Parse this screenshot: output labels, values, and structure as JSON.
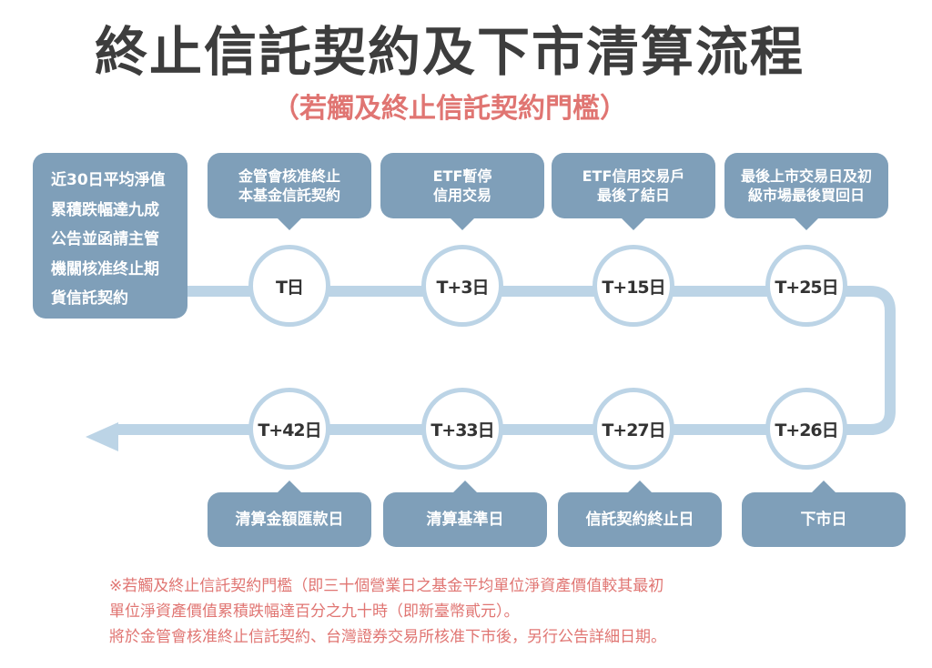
{
  "title": "終止信託契約及下市清算流程",
  "subtitle": "（若觸及終止信託契約門檻）",
  "trigger_lines": [
    "近30日平均淨值",
    "累積跌幅達九成",
    "公告並函請主管",
    "機關核准终止期",
    "貨信託契約"
  ],
  "top_steps": [
    {
      "node": "T日",
      "lines": [
        "金管會核准終止",
        "本基金信託契約"
      ]
    },
    {
      "node": "T+3日",
      "lines": [
        "ETF暫停",
        "信用交易"
      ]
    },
    {
      "node": "T+15日",
      "lines": [
        "ETF信用交易戶",
        "最後了結日"
      ]
    },
    {
      "node": "T+25日",
      "lines": [
        "最後上市交易日及初",
        "級市場最後買回日"
      ]
    }
  ],
  "bottom_steps": [
    {
      "node": "T+42日",
      "lines": [
        "清算金額匯款日"
      ]
    },
    {
      "node": "T+33日",
      "lines": [
        "清算基準日"
      ]
    },
    {
      "node": "T+27日",
      "lines": [
        "信託契約終止日"
      ]
    },
    {
      "node": "T+26日",
      "lines": [
        "下市日"
      ]
    }
  ],
  "footnote_lines": [
    "※若觸及終止信託契約門檻（即三十個營業日之基金平均單位淨資產價值較其最初",
    "單位淨資產價值累積跌幅達百分之九十時（即新臺幣貳元）。",
    "將於金管會核准終止信託契約、台灣證券交易所核准下市後，另行公告詳細日期。"
  ],
  "colors": {
    "box": "#7f9fb9",
    "connector": "#bcd4e6",
    "title": "#3d3d3d",
    "accent": "#e07572"
  }
}
